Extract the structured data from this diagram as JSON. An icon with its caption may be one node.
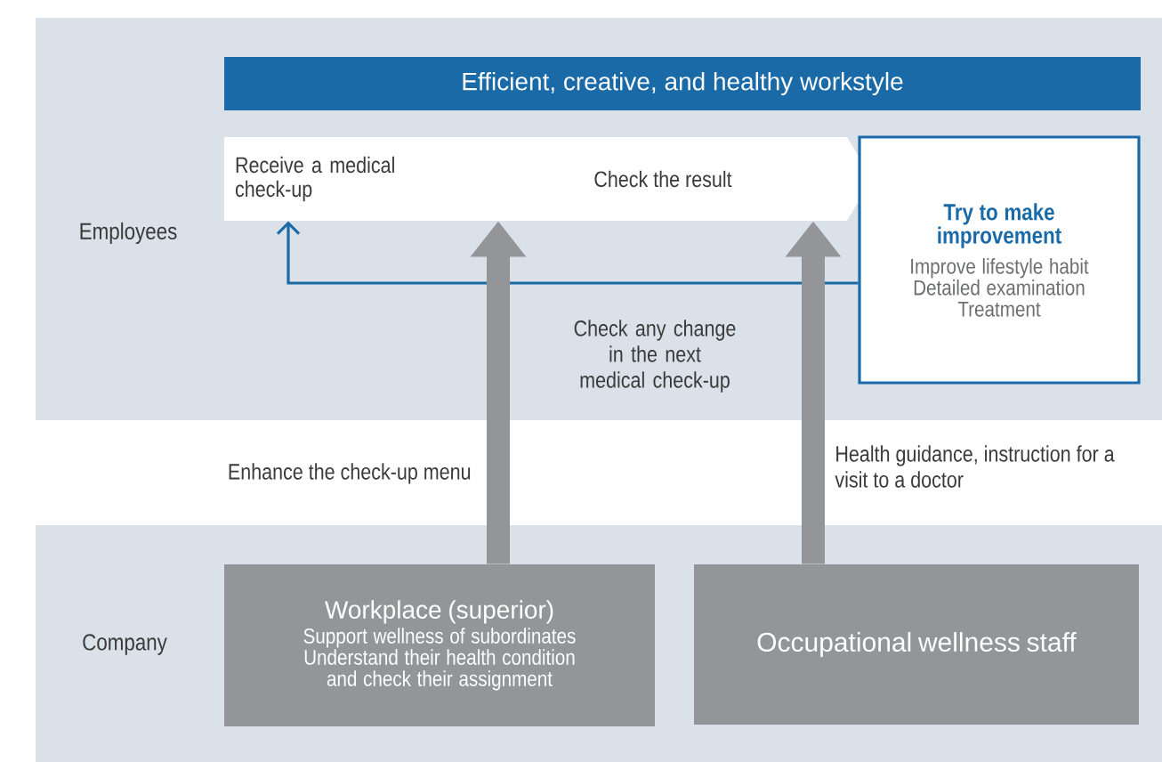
{
  "diagram": {
    "nodes": [
      {
        "text": [
          "Employees"
        ]
      },
      {
        "text": [
          "Efficient, creative, and healthy workstyle"
        ],
        "in": 0
      },
      {
        "text": [
          "Receive a medical check-up"
        ],
        "in": 0
      },
      {
        "text": [
          "Check the result"
        ],
        "in": 0
      },
      {
        "text": [
          "Try to make improvement",
          "Improve lifestyle habit",
          "Detailed examination",
          "Treatment"
        ],
        "in": 0
      },
      {
        "text": [
          "Company"
        ]
      },
      {
        "text": [
          "Workplace (superior)",
          "Support wellness of subordinates",
          "Understand their health condition and check their assignment"
        ],
        "in": 5
      },
      {
        "text": [
          "Occupational wellness staff"
        ],
        "in": 5
      }
    ],
    "edges": [
      {
        "from": 4,
        "to": 2,
        "arrow": "to",
        "color": "#1a6aa8"
      },
      {
        "from": 6,
        "to": 3,
        "arrow": "to",
        "label": "Enhance the check-up menu"
      },
      {
        "from": 7,
        "to": 3,
        "arrow": "to",
        "label": "Health guidance, instruction for a visit to a doctor"
      }
    ],
    "labels": [
      "Check any change in the next medical check-up"
    ]
  }
}
